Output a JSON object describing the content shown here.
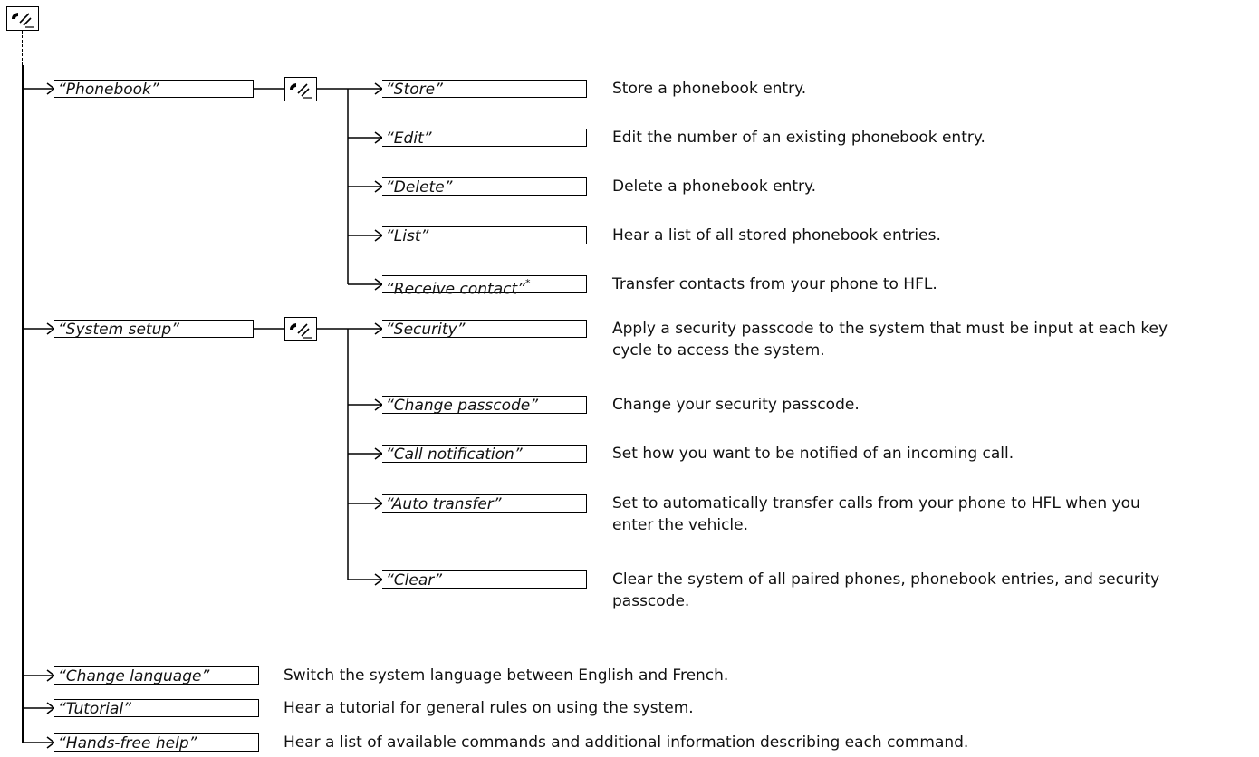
{
  "icon": "voice-talk-icon",
  "commands": {
    "phonebook": {
      "label": "“Phonebook”",
      "items": [
        {
          "label": "“Store”",
          "desc": "Store a phonebook entry."
        },
        {
          "label": "“Edit”",
          "desc": "Edit the number of an existing phonebook entry."
        },
        {
          "label": "“Delete”",
          "desc": "Delete a phonebook entry."
        },
        {
          "label": "“List”",
          "desc": "Hear a list of all stored phonebook entries."
        },
        {
          "label": "“Receive contact”",
          "star": "*",
          "desc": "Transfer contacts from your phone to HFL."
        }
      ]
    },
    "system_setup": {
      "label": "“System setup”",
      "items": [
        {
          "label": "“Security”",
          "desc1": "Apply a security passcode to the system that must be input at each key",
          "desc2": "cycle to access the system."
        },
        {
          "label": "“Change passcode”",
          "desc1": "Change your security passcode."
        },
        {
          "label": "“Call notification”",
          "desc1": "Set how you want to be notified of an incoming call."
        },
        {
          "label": "“Auto transfer”",
          "desc1": "Set to automatically transfer calls from your phone to HFL when you",
          "desc2": "enter the vehicle."
        },
        {
          "label": "“Clear”",
          "desc1": "Clear the system of all paired phones, phonebook entries, and security",
          "desc2": "passcode."
        }
      ]
    },
    "change_language": {
      "label": "“Change language”",
      "desc": "Switch the system language between English and French."
    },
    "tutorial": {
      "label": "“Tutorial”",
      "desc": "Hear a tutorial for general rules on using the system."
    },
    "hands_free_help": {
      "label": "“Hands-free help”",
      "desc": "Hear a list of available commands and additional information describing each command."
    }
  }
}
